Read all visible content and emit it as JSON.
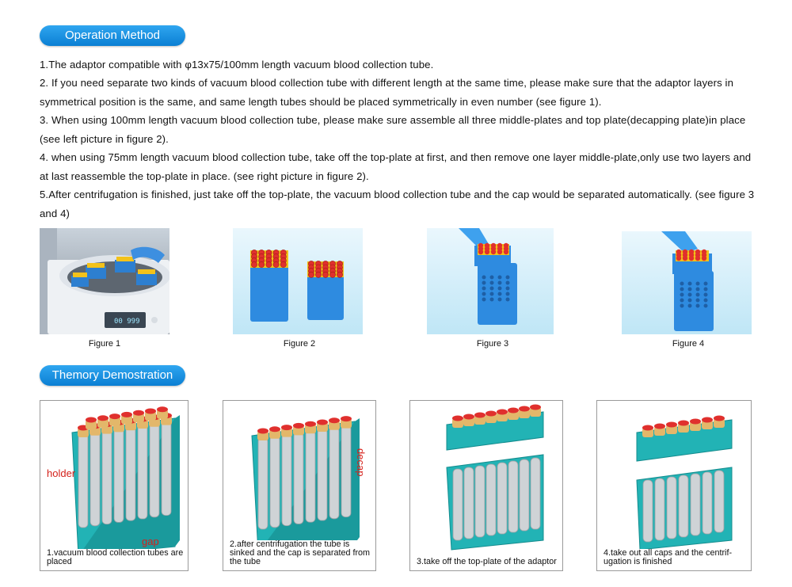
{
  "section1": {
    "title": "Operation Method"
  },
  "instructions": [
    "1.The adaptor compatible with φ13x75/100mm length vacuum blood collection tube.",
    "2. If you need separate two kinds of vacuum blood collection tube with different length at the same time, please make sure that the adaptor layers in symmetrical position is the same, and same length tubes should be placed symmetrically in even number (see figure 1).",
    "3. When using 100mm length vacuum blood collection tube, please make sure assemble all three middle-plates and top plate(decapping plate)in place (see left picture in figure 2).",
    "4. when using 75mm length vacuum blood collection tube, take off the top-plate at first, and then remove one layer middle-plate,only use two layers and at last reassemble the top-plate in place. (see right picture in figure 2).",
    "5.After centrifugation is finished, just take off the top-plate, the vacuum blood collection tube and the cap would be separated automatically. (see figure 3 and 4)"
  ],
  "figures": [
    {
      "caption": "Figure 1"
    },
    {
      "caption": "Figure 2"
    },
    {
      "caption": "Figure 3"
    },
    {
      "caption": "Figure 4"
    }
  ],
  "section2": {
    "title": "Themory Demostration"
  },
  "demos": [
    {
      "caption": "1.vacuum blood collection tubes are placed",
      "label_holder": "holder",
      "label_gap": "gap"
    },
    {
      "caption": "2.after centrifugation the tube is sinked and the cap is separated from the tube",
      "label_decap": "decap"
    },
    {
      "caption": "3.take off the top-plate of the adaptor"
    },
    {
      "caption": "4.take out all caps and the centrif-ugation is finished"
    }
  ],
  "colors": {
    "accent_blue": "#1a8fe0",
    "adaptor_teal": "#22b3b5",
    "cap_red": "#e0302d",
    "label_red": "#d4211b"
  },
  "machine_display": "00 999"
}
